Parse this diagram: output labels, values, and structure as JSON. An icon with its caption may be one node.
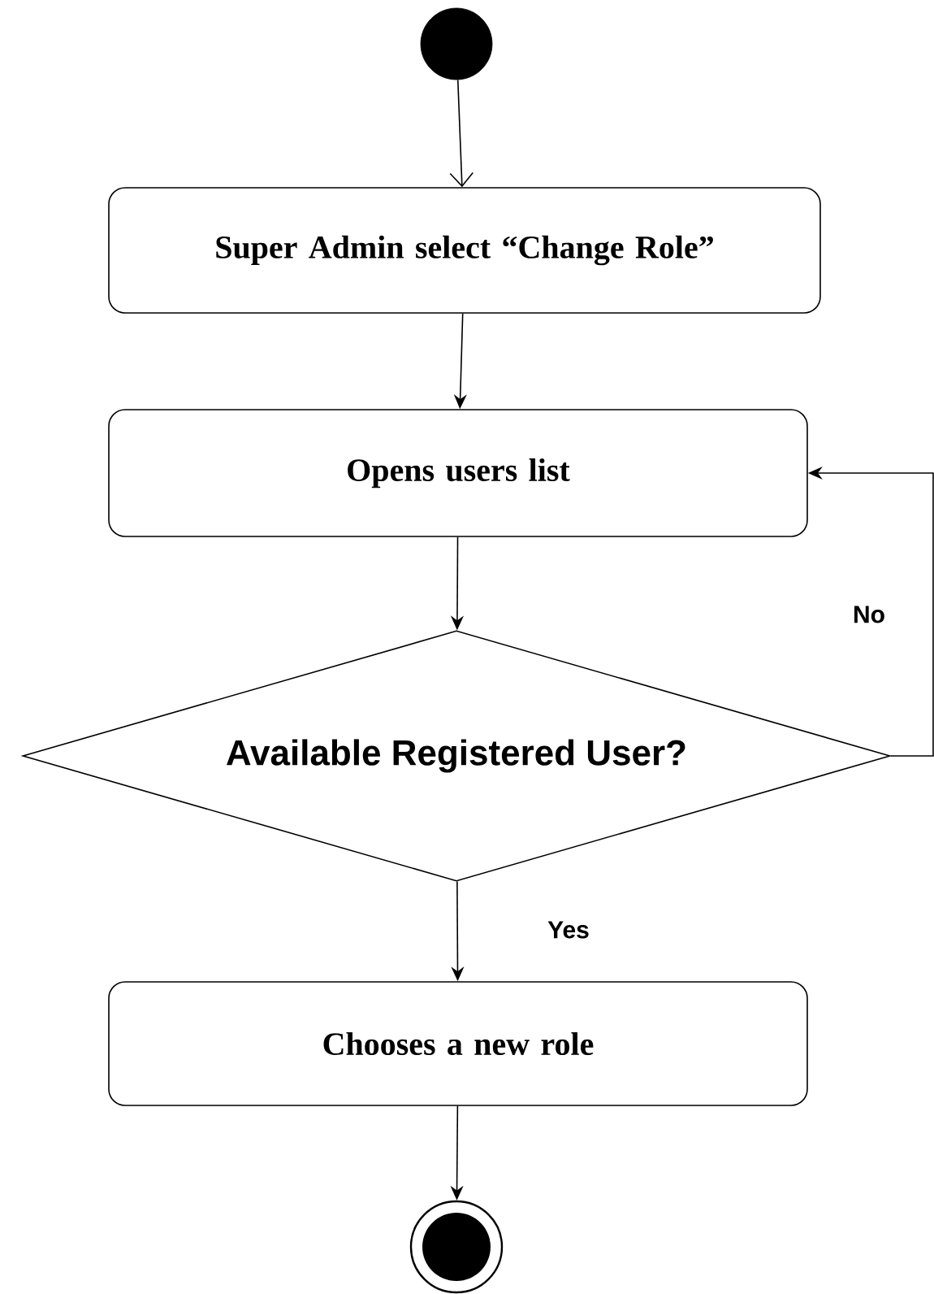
{
  "diagram": {
    "nodes": [
      {
        "text": [],
        "shape": "circle"
      },
      {
        "text": [
          "Super Admin select “Change Role”"
        ]
      },
      {
        "text": [
          "Opens users list"
        ]
      },
      {
        "text": [
          "Available Registered User?"
        ]
      },
      {
        "text": [
          "Chooses a new role"
        ]
      },
      {
        "text": [],
        "shape": "circle"
      }
    ],
    "edges": [
      {
        "from": 0,
        "to": 1,
        "arrow": "to"
      },
      {
        "from": 1,
        "to": 2,
        "arrow": "to"
      },
      {
        "from": 2,
        "to": 3,
        "arrow": "to"
      },
      {
        "from": 3,
        "to": 2,
        "arrow": "to",
        "label": "No"
      },
      {
        "from": 3,
        "to": 4,
        "arrow": "to",
        "label": "Yes"
      },
      {
        "from": 4,
        "to": 5,
        "arrow": "to"
      }
    ]
  }
}
